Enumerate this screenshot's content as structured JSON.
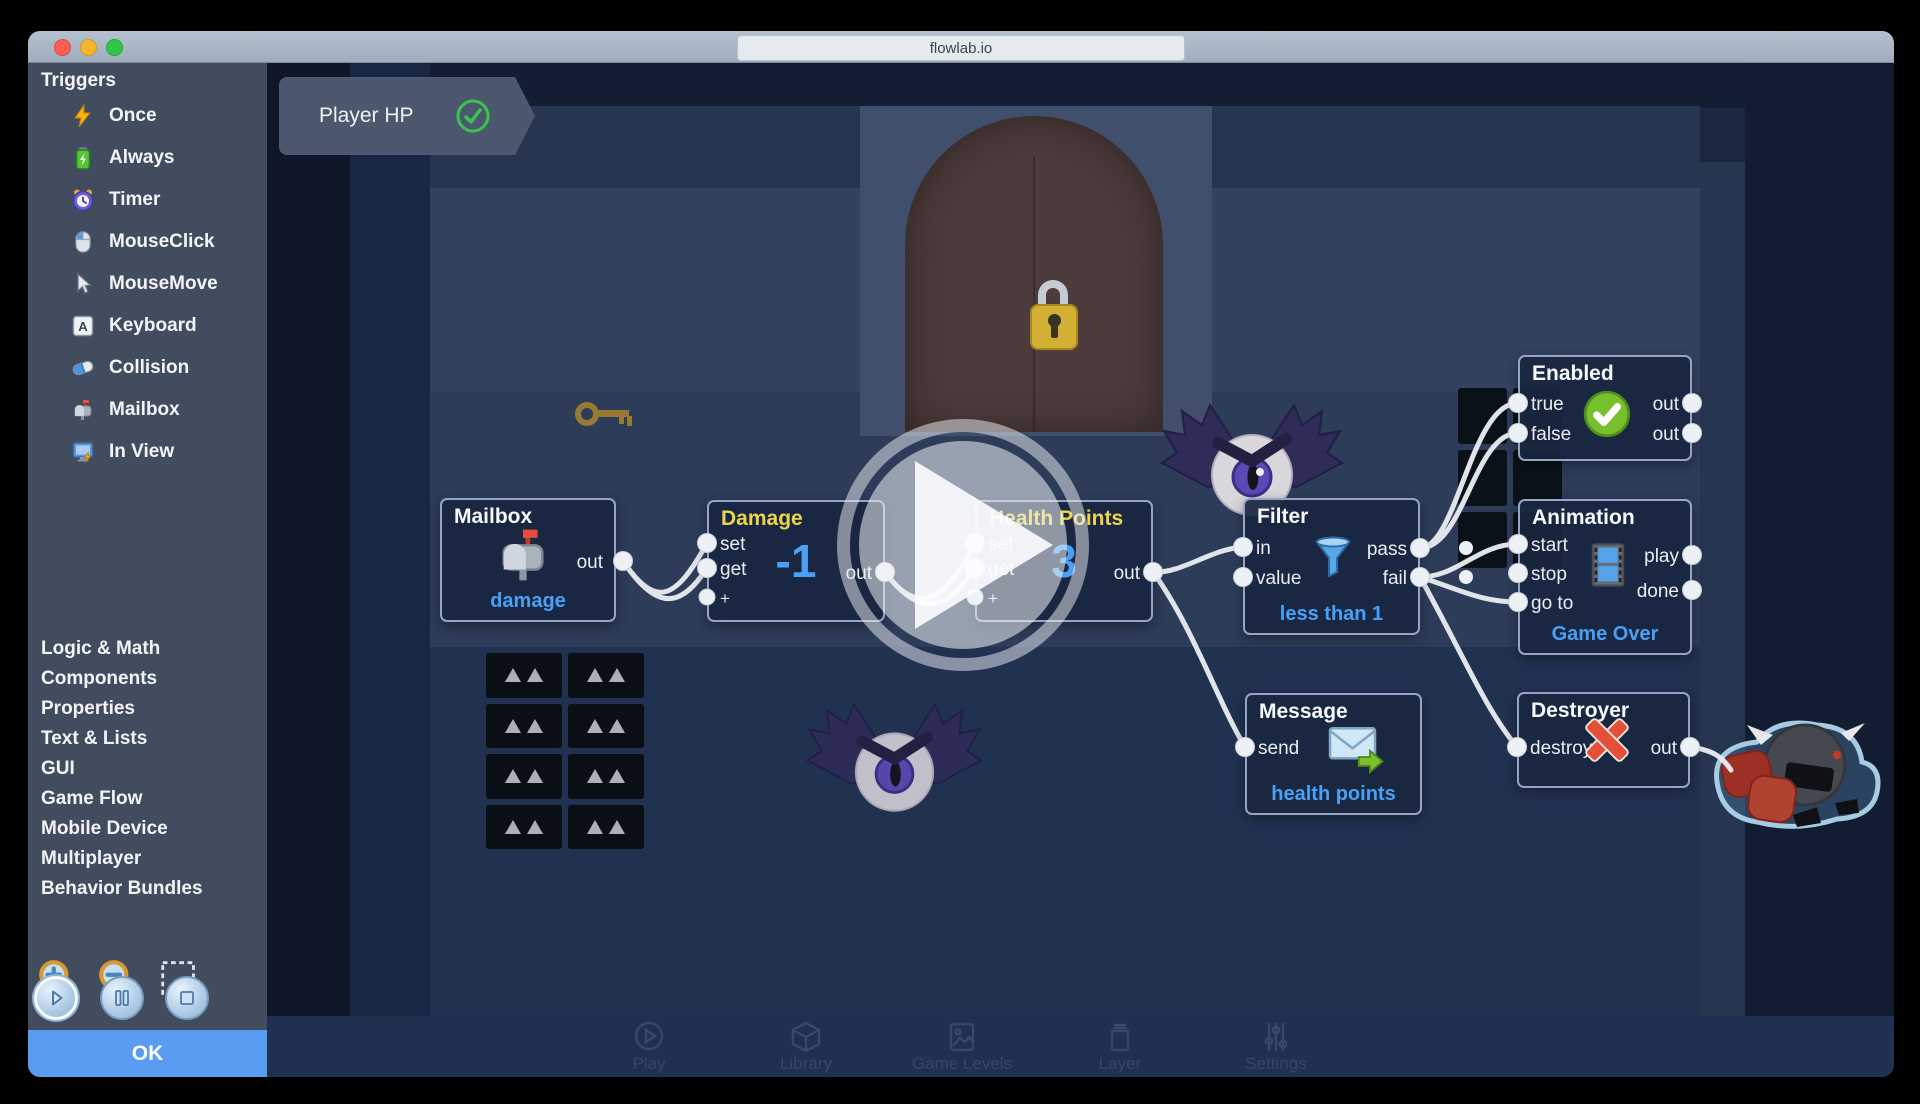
{
  "window": {
    "title": "flowlab.io"
  },
  "sidebar": {
    "header": "Triggers",
    "triggers": [
      {
        "label": "Once",
        "icon": "lightning-icon"
      },
      {
        "label": "Always",
        "icon": "battery-icon"
      },
      {
        "label": "Timer",
        "icon": "alarm-clock-icon"
      },
      {
        "label": "MouseClick",
        "icon": "mouse-icon"
      },
      {
        "label": "MouseMove",
        "icon": "cursor-icon"
      },
      {
        "label": "Keyboard",
        "icon": "keycap-a-icon"
      },
      {
        "label": "Collision",
        "icon": "capsule-icon"
      },
      {
        "label": "Mailbox",
        "icon": "mailbox-icon"
      },
      {
        "label": "In View",
        "icon": "monitor-bolt-icon"
      }
    ],
    "keycap_letter": "A",
    "categories": [
      "Logic & Math",
      "Components",
      "Properties",
      "Text & Lists",
      "GUI",
      "Game Flow",
      "Mobile Device",
      "Multiplayer",
      "Behavior Bundles"
    ],
    "ok_label": "OK"
  },
  "canvas": {
    "tab": {
      "label": "Player HP",
      "status_icon": "green-check-circle"
    },
    "nodes": [
      {
        "id": "mailbox",
        "title": "Mailbox",
        "inputs": [],
        "outputs": [
          "out"
        ],
        "footer": "damage",
        "icon": "mailbox-icon"
      },
      {
        "id": "damage",
        "title": "Damage",
        "inputs": [
          "set",
          "get",
          "+"
        ],
        "outputs": [
          "out"
        ],
        "value": "-1"
      },
      {
        "id": "health-points",
        "title": "Health Points",
        "inputs": [
          "set",
          "get",
          "+"
        ],
        "outputs": [
          "out"
        ],
        "value": "3"
      },
      {
        "id": "filter",
        "title": "Filter",
        "inputs": [
          "in",
          "value"
        ],
        "outputs": [
          "pass",
          "fail"
        ],
        "footer": "less than 1",
        "icon": "funnel-icon"
      },
      {
        "id": "enabled",
        "title": "Enabled",
        "inputs": [
          "true",
          "false"
        ],
        "outputs": [
          "out",
          "out"
        ],
        "icon": "green-check-icon"
      },
      {
        "id": "animation",
        "title": "Animation",
        "inputs": [
          "start",
          "stop",
          "go to"
        ],
        "outputs": [
          "play",
          "done"
        ],
        "footer": "Game Over",
        "icon": "film-icon"
      },
      {
        "id": "message",
        "title": "Message",
        "inputs": [
          "send"
        ],
        "outputs": [],
        "footer": "health points",
        "icon": "envelope-send-icon"
      },
      {
        "id": "destroyer",
        "title": "Destroyer",
        "inputs": [
          "destroy"
        ],
        "outputs": [
          "out"
        ],
        "icon": "red-x-icon"
      }
    ]
  },
  "toolbar_bottom": {
    "items": [
      "Play",
      "Library",
      "Game Levels",
      "Layer",
      "Settings"
    ]
  },
  "colors": {
    "accent_blue": "#4aa0f4",
    "value_yellow": "#ecd44e",
    "node_border": "#94a5c7",
    "node_bg": "#19263f",
    "wire": "#e9ecf1",
    "ok_button": "#5b9cf3",
    "check_green": "#3cc34f",
    "sidebar_bg": "#414c5e",
    "canvas_bg": "#1a2740",
    "titlebar": "#a9b6c5"
  }
}
